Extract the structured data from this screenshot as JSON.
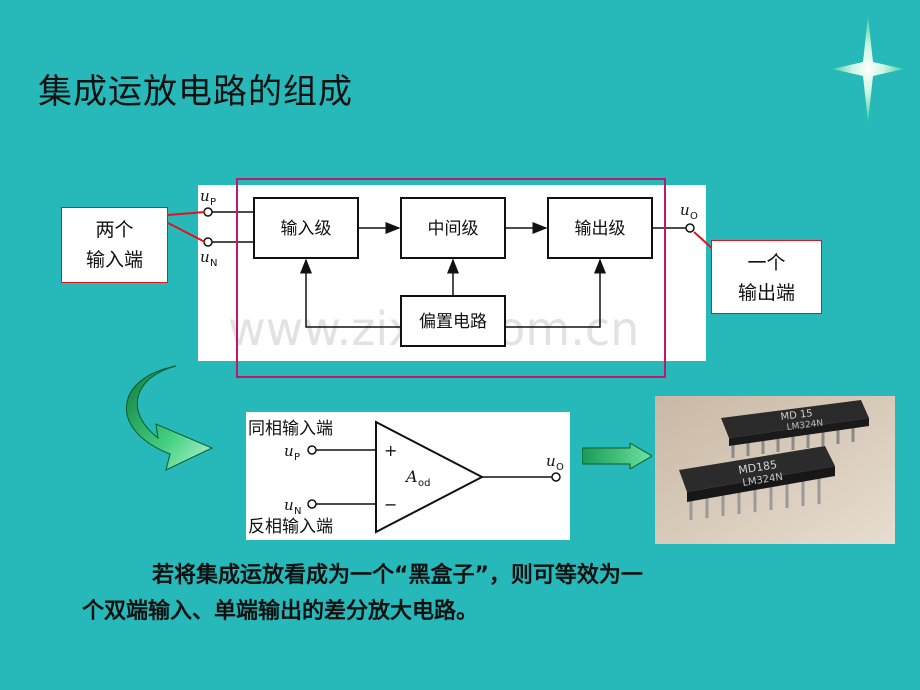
{
  "slide": {
    "title": "集成运放电路的组成",
    "caption_line1": "若将集成运放看成为一个“黑盒子”，则可等效为一",
    "caption_line2": "个双端输入、单端输出的差分放大电路。"
  },
  "block_diagram": {
    "input_stage": "输入级",
    "middle_stage": "中间级",
    "output_stage": "输出级",
    "bias_circuit": "偏置电路",
    "terminal_p": "u",
    "terminal_p_sub": "P",
    "terminal_n": "u",
    "terminal_n_sub": "N",
    "terminal_out": "u",
    "terminal_out_sub": "O",
    "watermark": "www.zixin.com.cn"
  },
  "callouts": {
    "inputs_line1": "两个",
    "inputs_line2": "输入端",
    "output_line1": "一个",
    "output_line2": "输出端"
  },
  "opamp_symbol": {
    "noninverting_label": "同相输入端",
    "inverting_label": "反相输入端",
    "plus_sign": "+",
    "minus_sign": "−",
    "gain_symbol": "A",
    "gain_sub": "od",
    "input_p": "u",
    "input_p_sub": "P",
    "input_n": "u",
    "input_n_sub": "N",
    "output": "u",
    "output_sub": "O"
  },
  "chip_photo": {
    "marking_top": "MD 15",
    "marking_top2": "LM324N",
    "marking_bottom": "MD185",
    "marking_bottom2": "LM324N"
  },
  "colors": {
    "background": "#27b9b9",
    "frame": "#c0166b",
    "callout_border": "#e0141e",
    "arrow_green": "#1a9a55"
  }
}
